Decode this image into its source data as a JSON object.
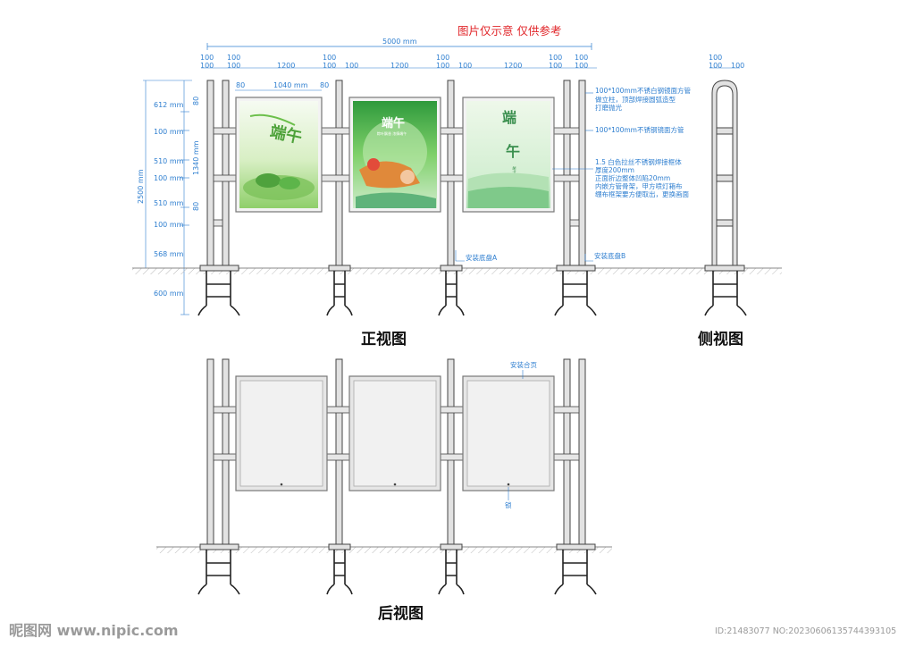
{
  "header": {
    "reference_note": "图片仅示意 仅供参考"
  },
  "dimensions": {
    "total_width": "5000 mm",
    "post_w": "100",
    "post_w_2": "100",
    "span": "1200",
    "frame_margin": "80",
    "frame_inner": "1040 mm",
    "frame_height": "1340 mm",
    "total_height": "2500 mm",
    "heights": [
      "612 mm",
      "100 mm",
      "510 mm",
      "100 mm",
      "510 mm",
      "100 mm",
      "568 mm",
      "600 mm"
    ]
  },
  "notes": {
    "post_note_1": "100*100mm不锈白钢镜面方管",
    "post_note_2": "做立柱，顶部焊接圆弧造型",
    "post_note_3": "打磨抛光",
    "tube_note": "100*100mm不锈钢镜面方管",
    "frame_note_1": "1.5 白色拉丝不锈钢焊接框体",
    "frame_note_2": "厚度200mm",
    "frame_note_3": "正面折边整体凹陷20mm",
    "frame_note_4": "内嵌方管骨架，甲方喷灯箱布",
    "frame_note_5": "绷布框架要方便取出，更换画面",
    "base_a": "安装底盘A",
    "base_b": "安装底盘B",
    "hinge": "安装合页",
    "lock": "锁"
  },
  "views": {
    "front": "正视图",
    "side": "侧视图",
    "rear": "后视图"
  },
  "posters": {
    "p1_title": "端午",
    "p2_title": "端午",
    "p2_sub": "粽叶飘香 浓情端午",
    "p3_title_1": "端",
    "p3_title_2": "午",
    "p3_sub": "端午节 粽香四溢"
  },
  "watermark": {
    "left": "昵图网 www.nipic.com",
    "right": "ID:21483077 NO:20230606135744393105"
  },
  "colors": {
    "dimension_blue": "#2f7fd0",
    "note_red": "#e1262a",
    "post_gray": "#d6d6d6"
  }
}
